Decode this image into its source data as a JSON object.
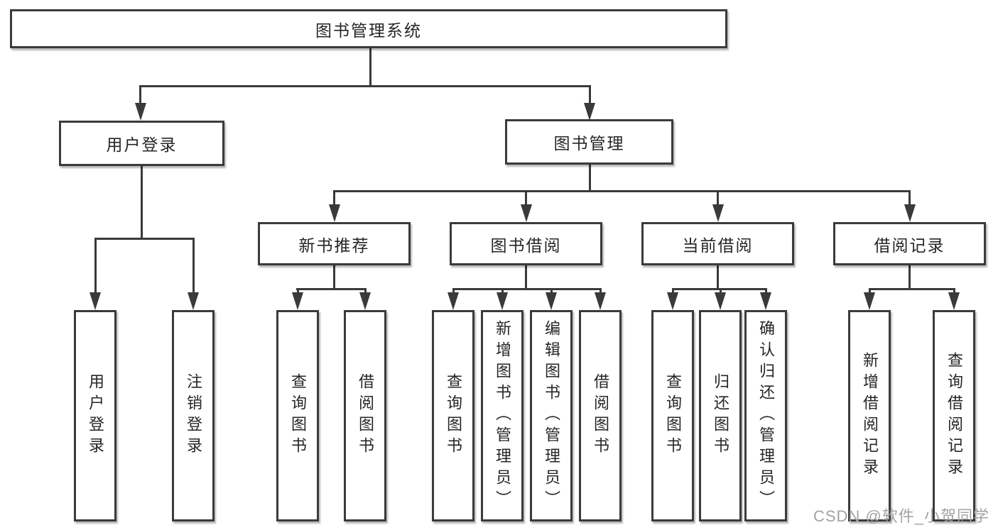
{
  "colors": {
    "background": "#ffffff",
    "line": "#3a3a3a",
    "box_border": "#3b3b3b",
    "text": "#262626",
    "watermark": "#a3a3a3"
  },
  "tree": {
    "root": {
      "label": "图书管理系统"
    },
    "branches": [
      {
        "label": "用户登录",
        "children": [
          "用户登录",
          "注销登录"
        ]
      },
      {
        "label": "图书管理",
        "sections": [
          {
            "label": "新书推荐",
            "children": [
              "查询图书",
              "借阅图书"
            ]
          },
          {
            "label": "图书借阅",
            "children": [
              "查询图书",
              "新增图书（管理员）",
              "编辑图书（管理员）",
              "借阅图书"
            ]
          },
          {
            "label": "当前借阅",
            "children": [
              "查询图书",
              "归还图书",
              "确认归还（管理员）"
            ]
          },
          {
            "label": "借阅记录",
            "children": [
              "新增借阅记录",
              "查询借阅记录"
            ]
          }
        ]
      }
    ]
  },
  "watermark": {
    "text": "CSDN @软件_小贺同学"
  }
}
